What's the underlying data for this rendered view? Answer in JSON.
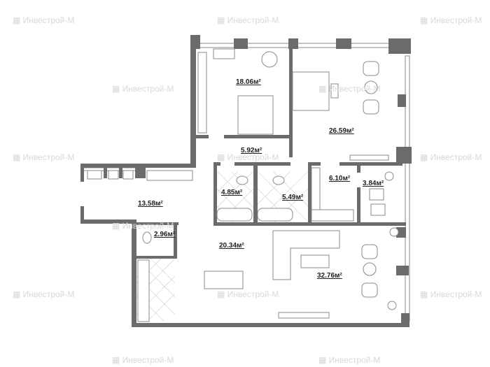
{
  "watermark": "Инвестрой-М",
  "rooms": [
    {
      "id": "bedroom-1",
      "area": "18.06м²"
    },
    {
      "id": "bedroom-2",
      "area": "26.59м²"
    },
    {
      "id": "hall",
      "area": "5.92м²"
    },
    {
      "id": "bathroom-1",
      "area": "4.85м²"
    },
    {
      "id": "bathroom-2",
      "area": "5.49м²"
    },
    {
      "id": "dressing-room",
      "area": "6.10м²"
    },
    {
      "id": "loggia",
      "area": "3.84м²"
    },
    {
      "id": "corridor",
      "area": "13.58м²"
    },
    {
      "id": "wc",
      "area": "2.96м²"
    },
    {
      "id": "kitchen",
      "area": "20.34м²"
    },
    {
      "id": "living-room",
      "area": "32.76м²"
    }
  ],
  "colors": {
    "wall": "#6b6b6b",
    "furniture": "#8a8a8a",
    "background": "#ffffff"
  }
}
